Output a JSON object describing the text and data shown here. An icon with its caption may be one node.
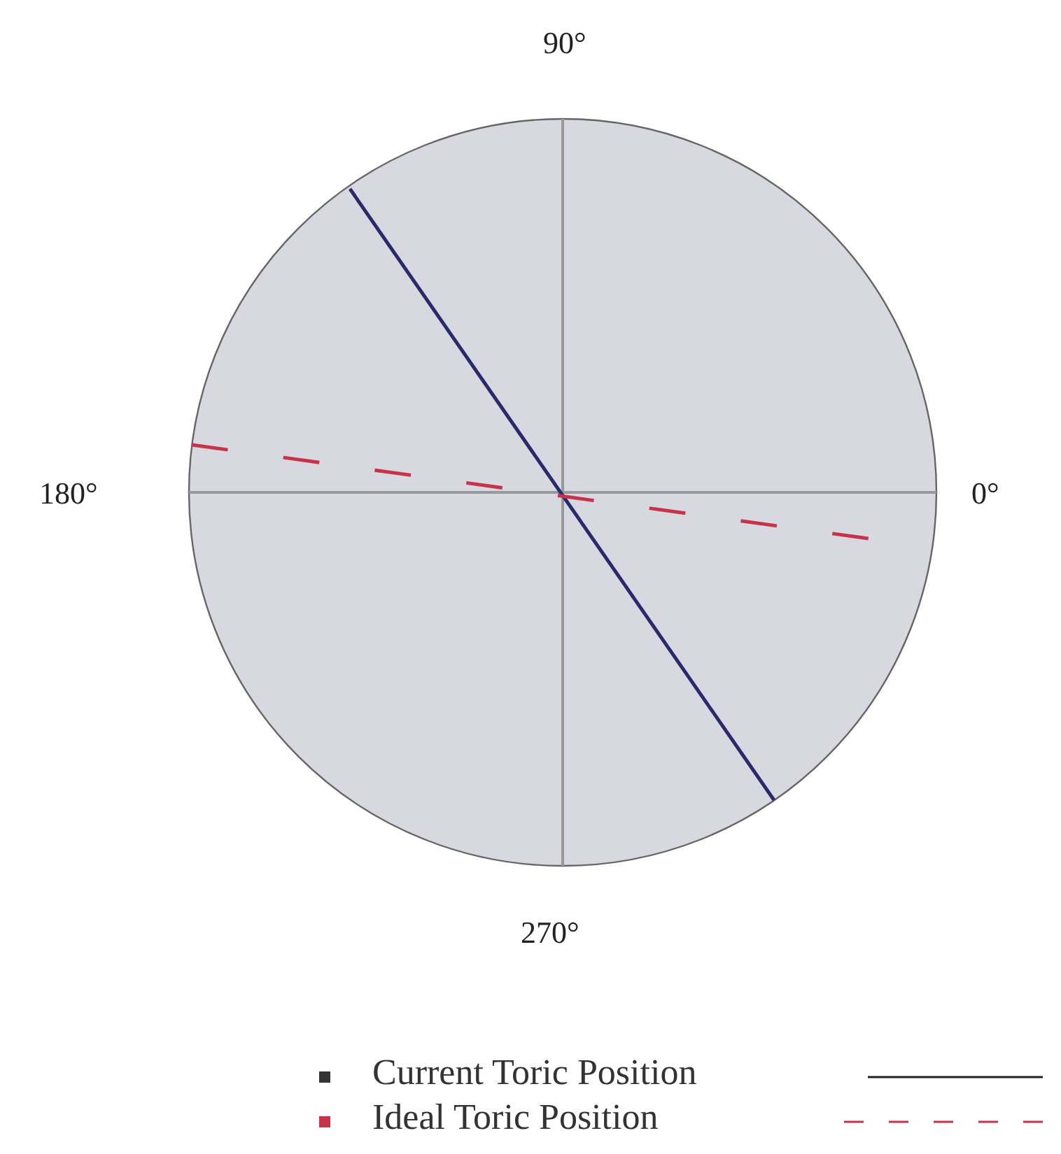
{
  "diagram": {
    "labels": [
      "90°",
      "180°",
      "0°",
      "270°"
    ],
    "legend": [
      {
        "text": "Current Toric Position",
        "color": "#333333"
      },
      {
        "text": "Ideal Toric Position",
        "color": "#c8334a"
      }
    ]
  }
}
